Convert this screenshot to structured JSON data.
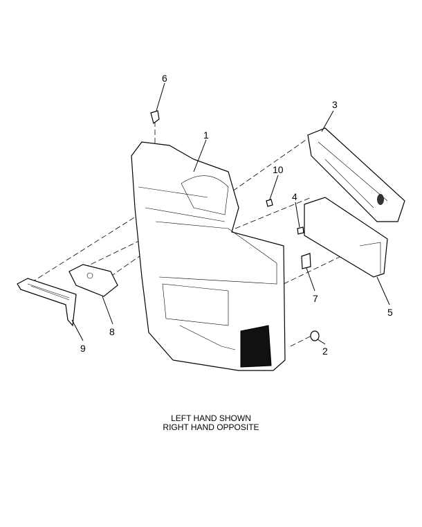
{
  "callouts": [
    "1",
    "2",
    "3",
    "4",
    "5",
    "6",
    "7",
    "8",
    "9",
    "10"
  ],
  "caption": {
    "line1": "LEFT HAND SHOWN",
    "line2": "RIGHT HAND OPPOSITE"
  }
}
